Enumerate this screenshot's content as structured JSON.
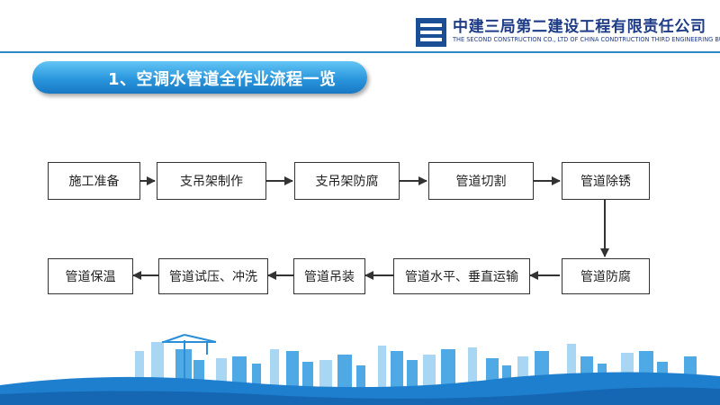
{
  "header": {
    "company_cn": "中建三局第二建设工程有限责任公司",
    "company_en": "THE SECOND CONSTRUCTION CO., LTD OF CHINA CONDTRUCTION THIRD ENGINEERING BUREAU",
    "logo_icon": "cscec-logo-icon",
    "accent_color": "#2f86c9"
  },
  "title": "1、空调水管道全作业流程一览",
  "flow": {
    "steps": [
      "施工准备",
      "支吊架制作",
      "支吊架防腐",
      "管道切割",
      "管道除锈",
      "管道防腐",
      "管道水平、垂直运输",
      "管道吊装",
      "管道试压、冲洗",
      "管道保温"
    ]
  },
  "footer": {
    "decoration_icon": "city-skyline-icon"
  }
}
